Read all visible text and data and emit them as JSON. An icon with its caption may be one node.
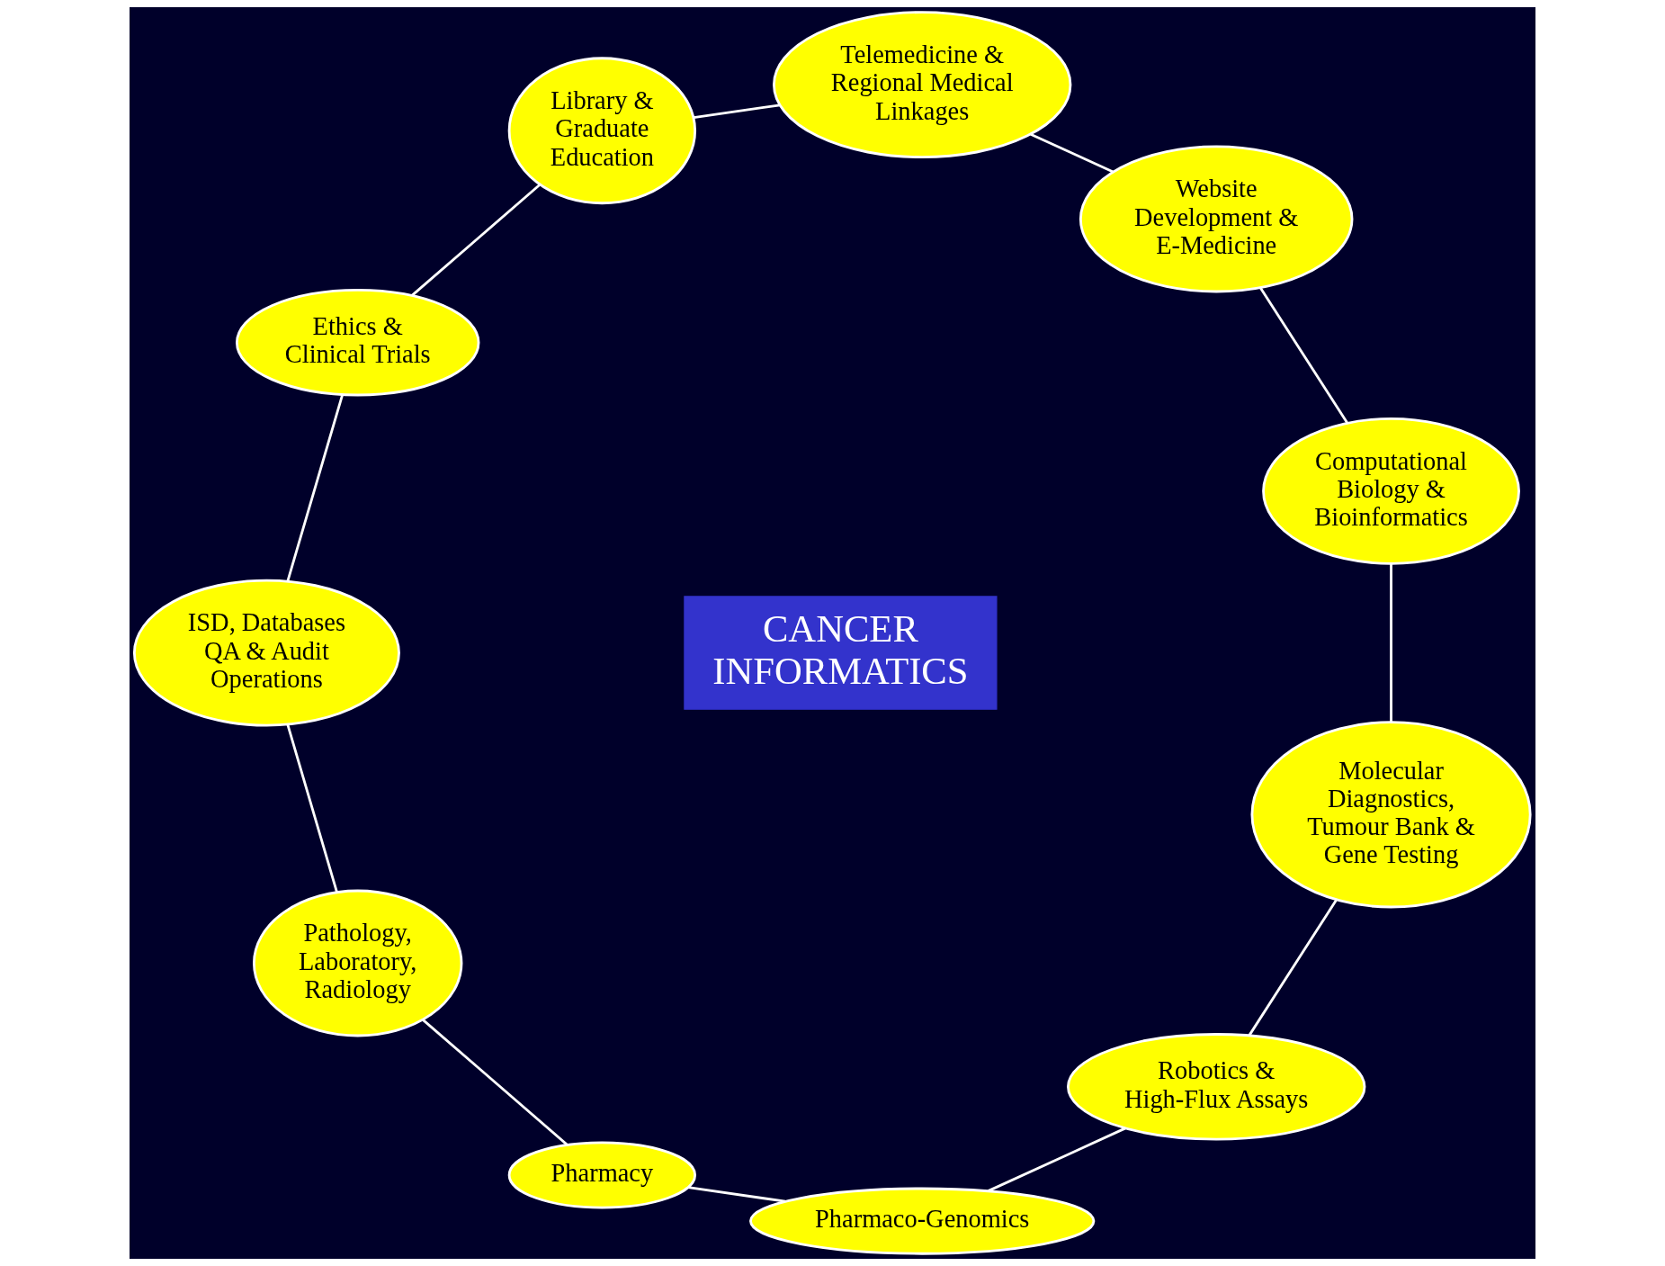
{
  "diagram": {
    "nodes": [
      {
        "text": [
          "Computational Biology & Bioinformatics"
        ]
      },
      {
        "text": [
          "Website Development & E-Medicine"
        ]
      },
      {
        "text": [
          "Telemedicine & Regional Medical Linkages"
        ]
      },
      {
        "text": [
          "Library & Graduate Education"
        ]
      },
      {
        "text": [
          "Ethics & Clinical Trials"
        ]
      },
      {
        "text": [
          "ISD, Databases QA & Audit Operations"
        ]
      },
      {
        "text": [
          "Pathology, Laboratory, Radiology"
        ]
      },
      {
        "text": [
          "Pharmacy"
        ]
      },
      {
        "text": [
          "Pharmaco-Genomics"
        ]
      },
      {
        "text": [
          "Robotics & High-Flux Assays"
        ]
      },
      {
        "text": [
          "Molecular Diagnostics, Tumour Bank & Gene Testing"
        ]
      },
      {
        "text": [
          "CANCER INFORMATICS"
        ]
      }
    ],
    "edges": [
      {
        "from": 0,
        "to": 1,
        "arrow": "none"
      },
      {
        "from": 1,
        "to": 2,
        "arrow": "none"
      },
      {
        "from": 2,
        "to": 3,
        "arrow": "none"
      },
      {
        "from": 3,
        "to": 4,
        "arrow": "none"
      },
      {
        "from": 4,
        "to": 5,
        "arrow": "none"
      },
      {
        "from": 5,
        "to": 6,
        "arrow": "none"
      },
      {
        "from": 6,
        "to": 7,
        "arrow": "none"
      },
      {
        "from": 7,
        "to": 8,
        "arrow": "none"
      },
      {
        "from": 8,
        "to": 9,
        "arrow": "none"
      },
      {
        "from": 9,
        "to": 10,
        "arrow": "none"
      },
      {
        "from": 10,
        "to": 0,
        "arrow": "none"
      }
    ]
  }
}
